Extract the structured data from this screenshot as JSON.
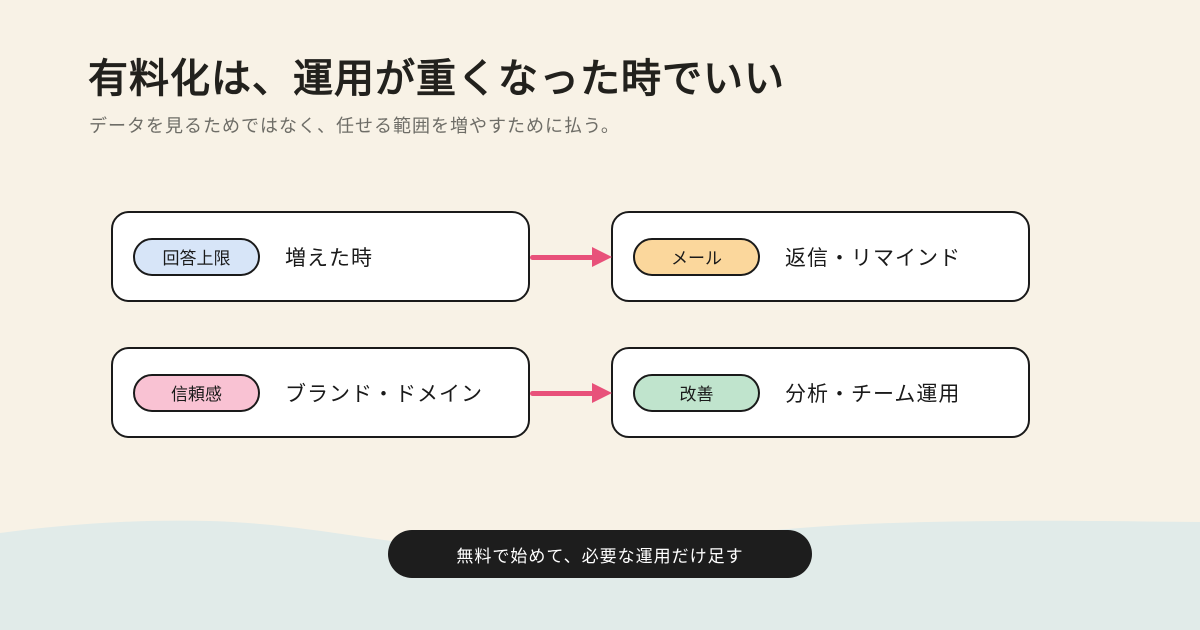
{
  "header": {
    "title": "有料化は、運用が重くなった時でいい",
    "subtitle": "データを見るためではなく、任せる範囲を増やすために払う。"
  },
  "cards": [
    {
      "badge": "回答上限",
      "label": "増えた時",
      "badge_color": "#d7e5f8"
    },
    {
      "badge": "メール",
      "label": "返信・リマインド",
      "badge_color": "#fbd79c"
    },
    {
      "badge": "信頼感",
      "label": "ブランド・ドメイン",
      "badge_color": "#f9c2d3"
    },
    {
      "badge": "改善",
      "label": "分析・チーム運用",
      "badge_color": "#c0e4cd"
    }
  ],
  "cta": {
    "label": "無料で始めて、必要な運用だけ足す"
  },
  "colors": {
    "background": "#f8f2e6",
    "card_background": "#ffffff",
    "outline": "#1a1a1a",
    "arrow": "#e8517a",
    "cta_background": "#1d1d1d",
    "cta_text": "#ffffff",
    "wave": "#e1ebe9"
  }
}
